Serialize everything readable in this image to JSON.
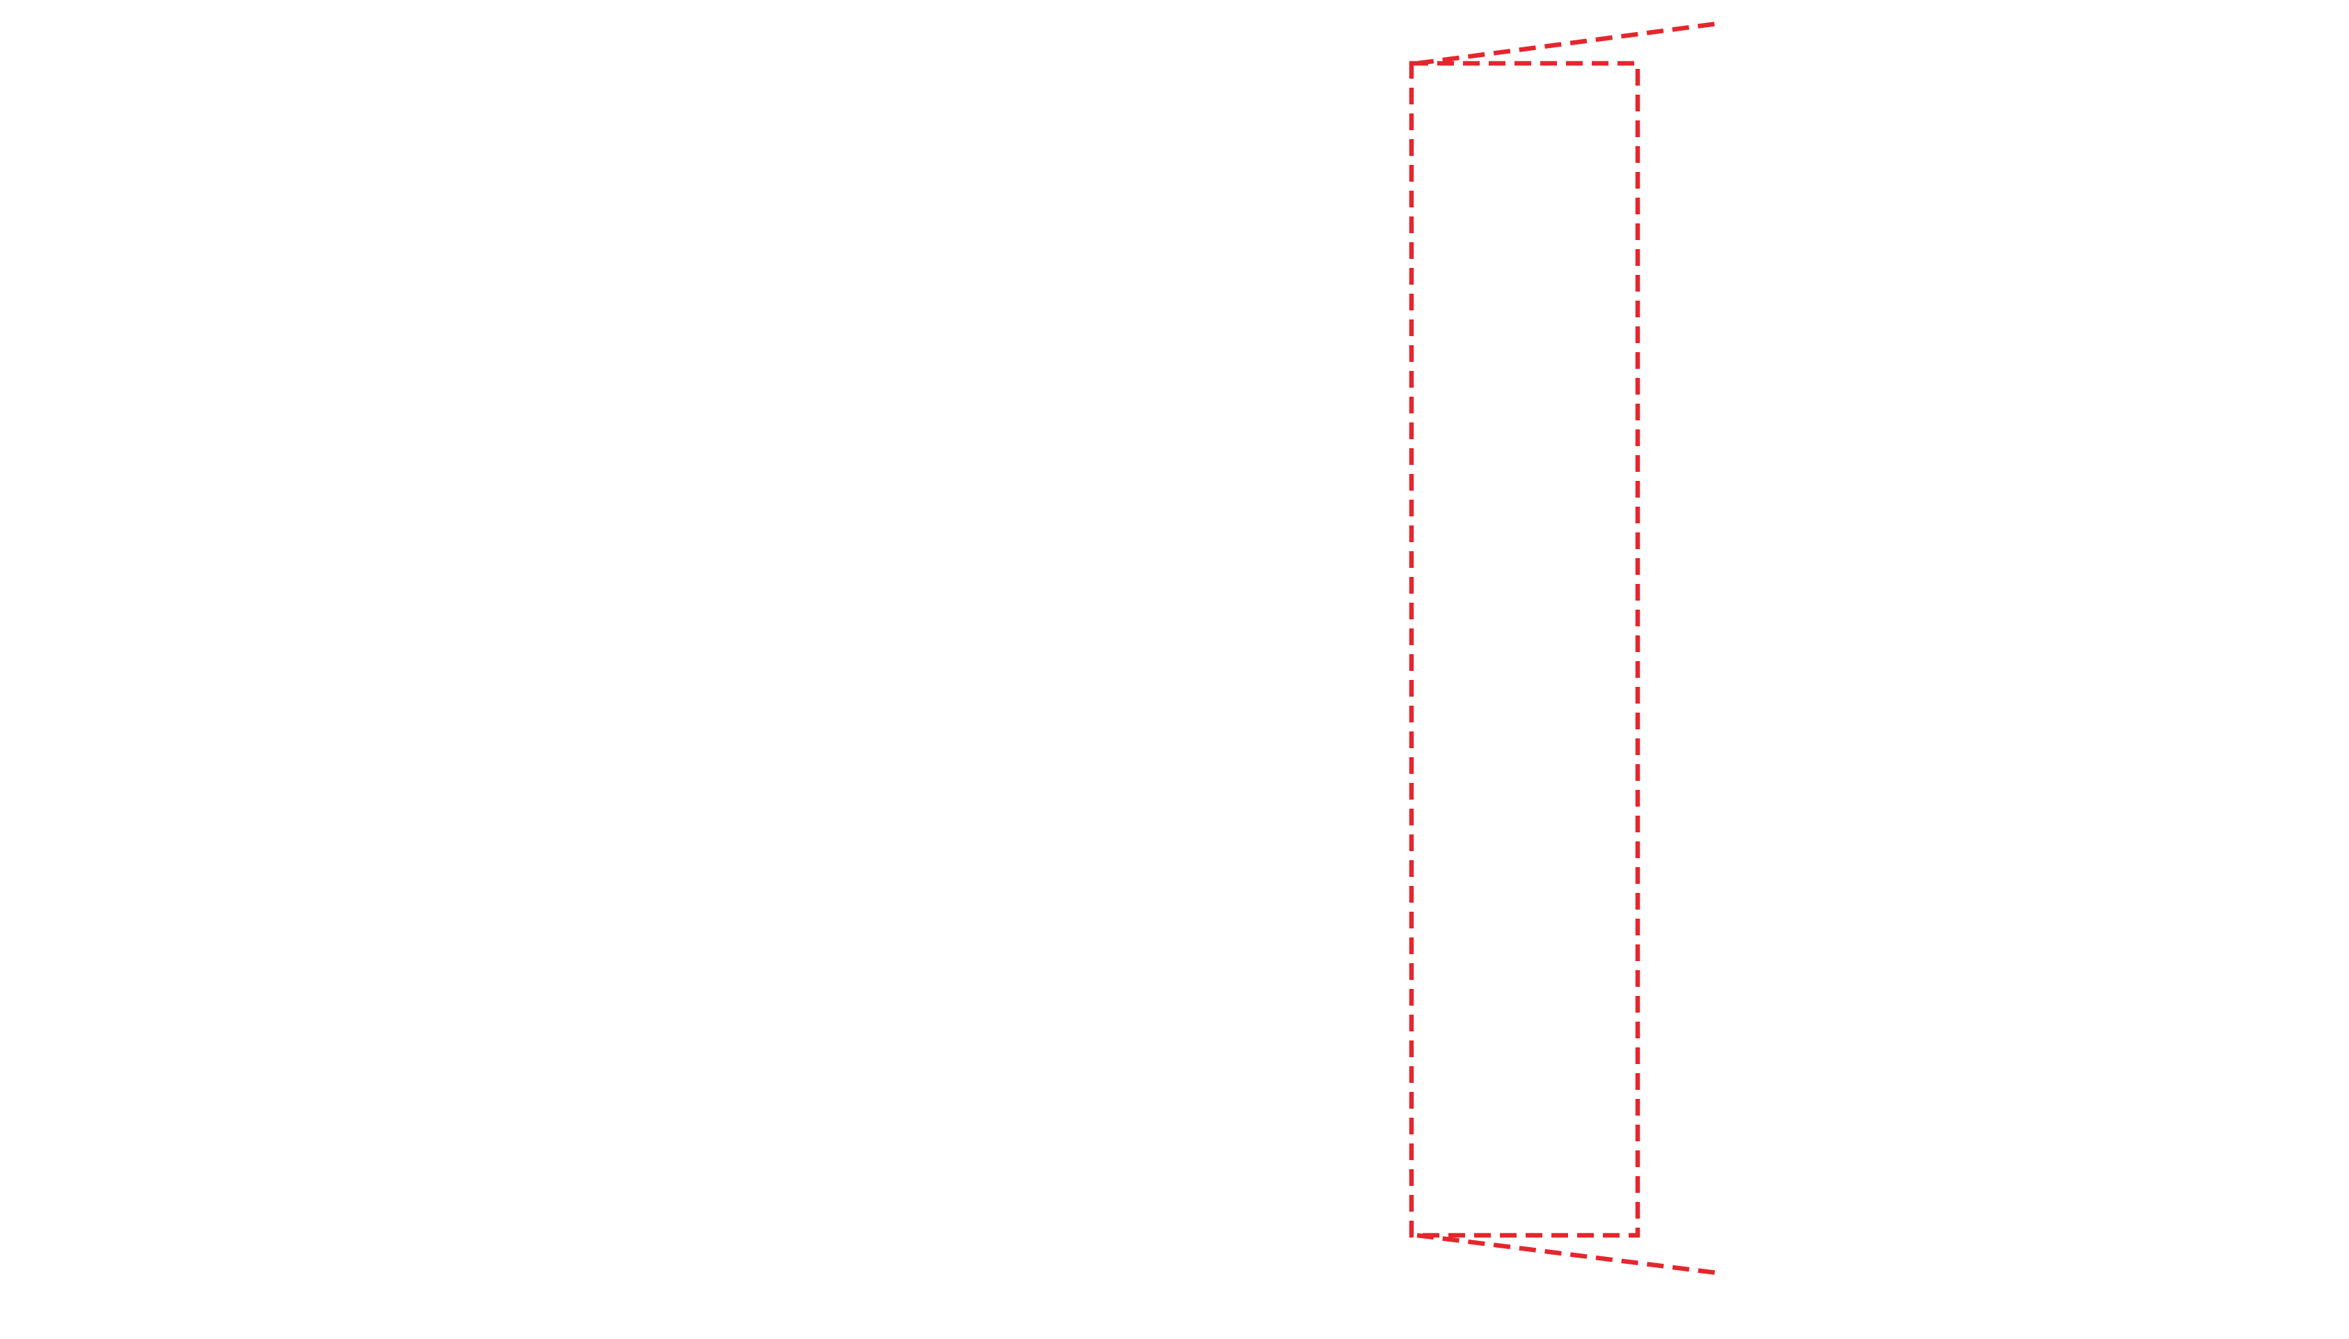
{
  "diagram": {
    "colors": {
      "background": "#ffffff",
      "dashed_outline": "#e5262c"
    },
    "shapes": [
      {
        "kind": "rectangle",
        "style": "dashed"
      },
      {
        "kind": "callout-line-top",
        "style": "dashed"
      },
      {
        "kind": "callout-line-bottom",
        "style": "dashed"
      }
    ]
  }
}
